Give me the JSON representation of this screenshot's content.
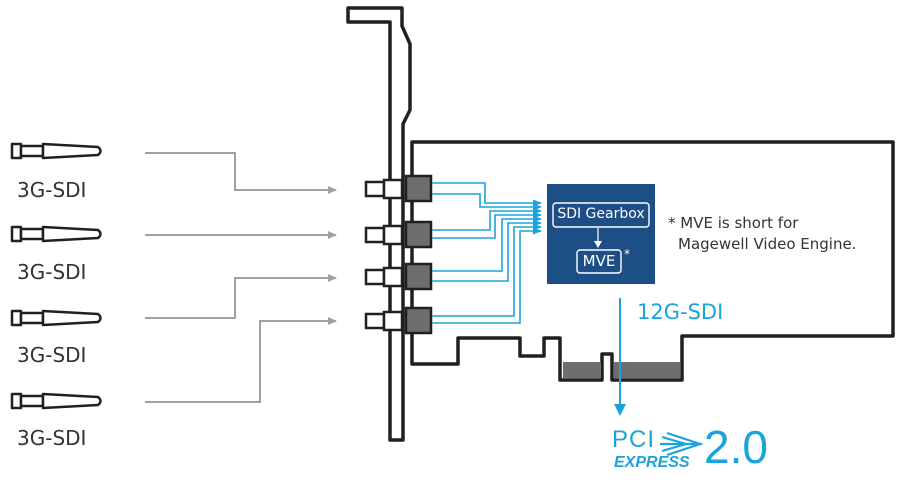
{
  "inputs": [
    {
      "label": "3G-SDI"
    },
    {
      "label": "3G-SDI"
    },
    {
      "label": "3G-SDI"
    },
    {
      "label": "3G-SDI"
    }
  ],
  "chip": {
    "gearbox_label": "SDI Gearbox",
    "mve_label": "MVE",
    "asterisk": "*"
  },
  "note": {
    "line1": "* MVE is short for",
    "line2": "Magewell Video Engine."
  },
  "output": {
    "label": "12G-SDI"
  },
  "pcie": {
    "pci": "PCI",
    "express": "EXPRESS",
    "version": "2.0"
  },
  "colors": {
    "accent": "#1ba3dc",
    "chip_bg": "#1d4f86",
    "line_gray": "#a0a0a0",
    "outline": "#231f20",
    "connector": "#6e6e6e"
  }
}
